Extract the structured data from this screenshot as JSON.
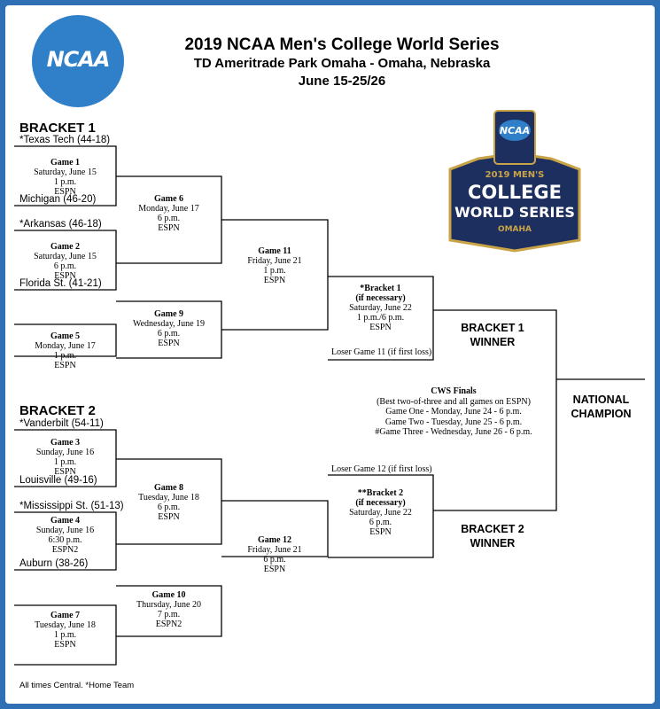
{
  "header": {
    "logo_text": "NCAA",
    "title": "2019 NCAA Men's College World Series",
    "venue": "TD Ameritrade Park Omaha - Omaha, Nebraska",
    "dates": "June 15-25/26"
  },
  "cws_logo": {
    "ncaa": "NCAA",
    "year_line": "2019 MEN'S",
    "line1": "COLLEGE",
    "line2": "WORLD SERIES",
    "line3": "OMAHA"
  },
  "colors": {
    "border": "#2f6fb3",
    "ncaa_blue": "#2f7fc9",
    "logo_navy": "#1d2f5f",
    "logo_gold": "#c9a447"
  },
  "bracket1": {
    "label": "BRACKET 1",
    "teams": [
      "*Texas Tech (44-18)",
      "Michigan (46-20)",
      "*Arkansas (46-18)",
      "Florida St. (41-21)"
    ],
    "game1": {
      "title": "Game 1",
      "day": "Saturday, June 15",
      "time": "1 p.m.",
      "tv": "ESPN"
    },
    "game2": {
      "title": "Game 2",
      "day": "Saturday, June 15",
      "time": "6 p.m.",
      "tv": "ESPN"
    },
    "game5": {
      "title": "Game 5",
      "day": "Monday, June 17",
      "time": "1 p.m.",
      "tv": "ESPN"
    },
    "game6": {
      "title": "Game 6",
      "day": "Monday, June 17",
      "time": "6 p.m.",
      "tv": "ESPN"
    },
    "game9": {
      "title": "Game 9",
      "day": "Wednesday, June 19",
      "time": "6 p.m.",
      "tv": "ESPN"
    },
    "game11": {
      "title": "Game 11",
      "day": "Friday, June 21",
      "time": "1 p.m.",
      "tv": "ESPN"
    },
    "final": {
      "title": "*Bracket 1",
      "sub": "(if necessary)",
      "day": "Saturday, June 22",
      "time": "1 p.m./6 p.m.",
      "tv": "ESPN"
    },
    "loser_note": "Loser Game 11 (if first loss)",
    "winner_l1": "BRACKET 1",
    "winner_l2": "WINNER"
  },
  "bracket2": {
    "label": "BRACKET 2",
    "teams": [
      "*Vanderbilt (54-11)",
      "Louisville (49-16)",
      "*Mississippi St. (51-13)",
      "Auburn (38-26)"
    ],
    "game3": {
      "title": "Game 3",
      "day": "Sunday, June 16",
      "time": "1 p.m.",
      "tv": "ESPN"
    },
    "game4": {
      "title": "Game 4",
      "day": "Sunday, June 16",
      "time": "6:30 p.m.",
      "tv": "ESPN2"
    },
    "game7": {
      "title": "Game 7",
      "day": "Tuesday, June 18",
      "time": "1 p.m.",
      "tv": "ESPN"
    },
    "game8": {
      "title": "Game 8",
      "day": "Tuesday, June 18",
      "time": "6 p.m.",
      "tv": "ESPN"
    },
    "game10": {
      "title": "Game 10",
      "day": "Thursday, June 20",
      "time": "7 p.m.",
      "tv": "ESPN2"
    },
    "game12": {
      "title": "Game 12",
      "day": "Friday, June 21",
      "time": "6 p.m.",
      "tv": "ESPN"
    },
    "final": {
      "title": "**Bracket 2",
      "sub": "(if necessary)",
      "day": "Saturday, June 22",
      "time": "6 p.m.",
      "tv": "ESPN"
    },
    "loser_note": "Loser Game 12 (if first loss)",
    "winner_l1": "BRACKET 2",
    "winner_l2": "WINNER"
  },
  "finals": {
    "title": "CWS Finals",
    "note": "(Best two-of-three and all games on ESPN)",
    "g1": "Game One - Monday, June 24 - 6 p.m.",
    "g2": "Game Two - Tuesday, June 25 - 6 p.m.",
    "g3": "#Game Three - Wednesday, June 26 - 6 p.m."
  },
  "champion": {
    "l1": "NATIONAL",
    "l2": "CHAMPION"
  },
  "footer": "All times Central. *Home Team"
}
